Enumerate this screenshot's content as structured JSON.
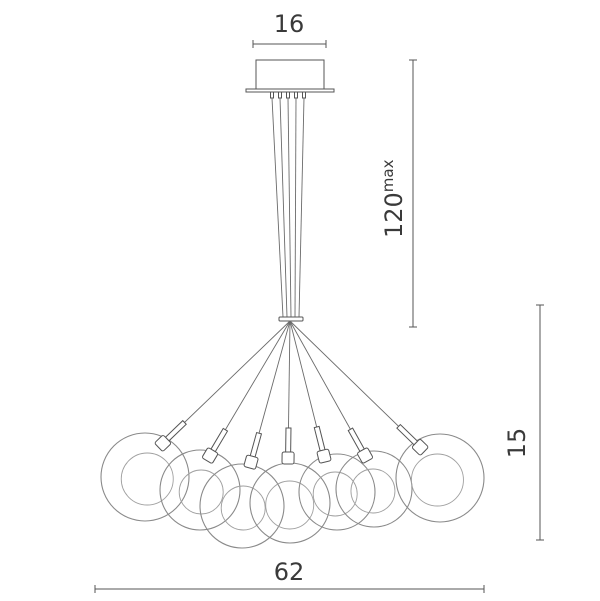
{
  "dimensions": {
    "canopy_width": "16",
    "drop_height": "120",
    "drop_suffix": "max",
    "cluster_height": "15",
    "overall_width": "62"
  }
}
